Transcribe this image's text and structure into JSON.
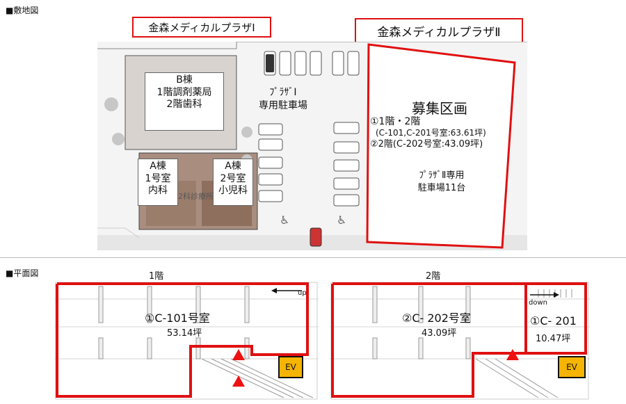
{
  "site": {
    "section_label": "■敷地図",
    "plaza1_title": "金森メディカルプラザⅠ",
    "plaza2_title": "金森メディカルプラザⅡ",
    "building_b": {
      "name": "B棟",
      "floor1": "1階調剤薬局",
      "floor2": "2階歯科"
    },
    "building_a1": {
      "name": "A棟",
      "room": "1号室",
      "dept": "内科"
    },
    "building_a2": {
      "name": "A棟",
      "room": "2号室",
      "dept": "小児科"
    },
    "plaza1_parking": {
      "line1": "ﾌﾟﾗｻﾞⅠ",
      "line2": "専用駐車場"
    },
    "recruit": {
      "title": "募集区画",
      "line1": "①1階・2階",
      "line2": "(C-101,C-201号室:63.61坪)",
      "line3": "②2階(C-202号室:43.09坪)",
      "parking1": "ﾌﾟﾗｻﾞⅡ専用",
      "parking2": "駐車場11台"
    },
    "map_text": "2科診療所",
    "map_text2": "小児科"
  },
  "floor_plan": {
    "section_label": "■平面図",
    "floor1": {
      "label": "1階",
      "room": "①C-101号室",
      "area": "53.14坪",
      "stair_label": "up",
      "ev_label": "EV"
    },
    "floor2": {
      "label": "2階",
      "room": "②C- 202号室",
      "area": "43.09坪",
      "stair_label": "down",
      "room2": "①C- 201",
      "area2": "10.47坪",
      "ev_label": "EV"
    }
  },
  "colors": {
    "accent_red": "#e01010",
    "ev_yellow": "#f5b400"
  }
}
